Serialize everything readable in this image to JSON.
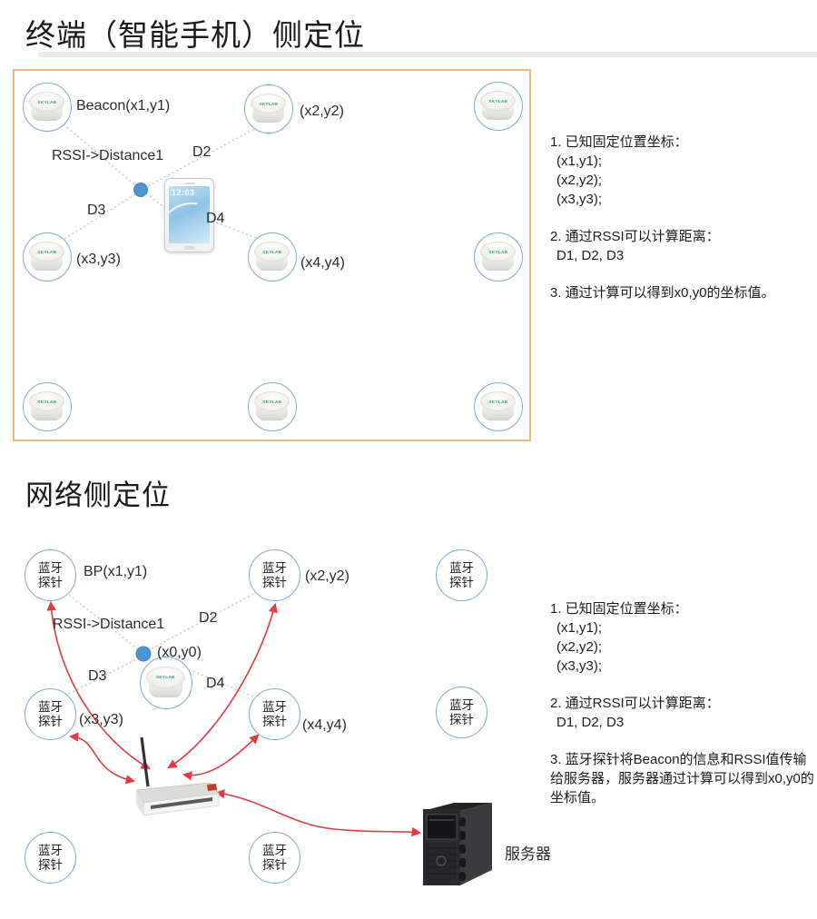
{
  "shared": {
    "beacon_brand": "SKYLAB",
    "colors": {
      "box_border": "#ECB984",
      "node_stroke": "#7FA8CE",
      "dashed_line": "#ABC3D6",
      "dot_fill": "#4C95D3",
      "arrow_red": "#E23B41",
      "brand_green": "#2FA86C"
    }
  },
  "terminal_section": {
    "title": "终端（智能手机）侧定位",
    "phone_time": "12:03",
    "labels": {
      "beacon1": "Beacon(x1,y1)",
      "beacon2": "(x2,y2)",
      "beacon3": "(x3,y3)",
      "beacon4": "(x4,y4)",
      "rssi_distance": "RSSI->Distance1",
      "d2": "D2",
      "d3": "D3",
      "d4": "D4"
    },
    "notes": {
      "item1_title": "1. 已知固定位置坐标：",
      "item1_lines": [
        "(x1,y1);",
        "(x2,y2);",
        "(x3,y3);"
      ],
      "item2_title": "2. 通过RSSI可以计算距离：",
      "item2_line": "D1, D2, D3",
      "item3": "3. 通过计算可以得到x0,y0的坐标值。"
    }
  },
  "network_section": {
    "title": "网络侧定位",
    "probe": {
      "line1": "蓝牙",
      "line2": "探针"
    },
    "labels": {
      "bp1": "BP(x1,y1)",
      "p2": "(x2,y2)",
      "p3": "(x3,y3)",
      "p4": "(x4,y4)",
      "rssi_distance": "RSSI->Distance1",
      "d2": "D2",
      "d3": "D3",
      "d4": "D4",
      "x0y0": "(x0,y0)",
      "server": "服务器"
    },
    "notes": {
      "item1_title": "1. 已知固定位置坐标：",
      "item1_lines": [
        "(x1,y1);",
        "(x2,y2);",
        "(x3,y3);"
      ],
      "item2_title": "2. 通过RSSI可以计算距离：",
      "item2_line": "D1, D2, D3",
      "item3": "3. 蓝牙探针将Beacon的信息和RSSI值传输给服务器，服务器通过计算可以得到x0,y0的坐标值。"
    }
  }
}
